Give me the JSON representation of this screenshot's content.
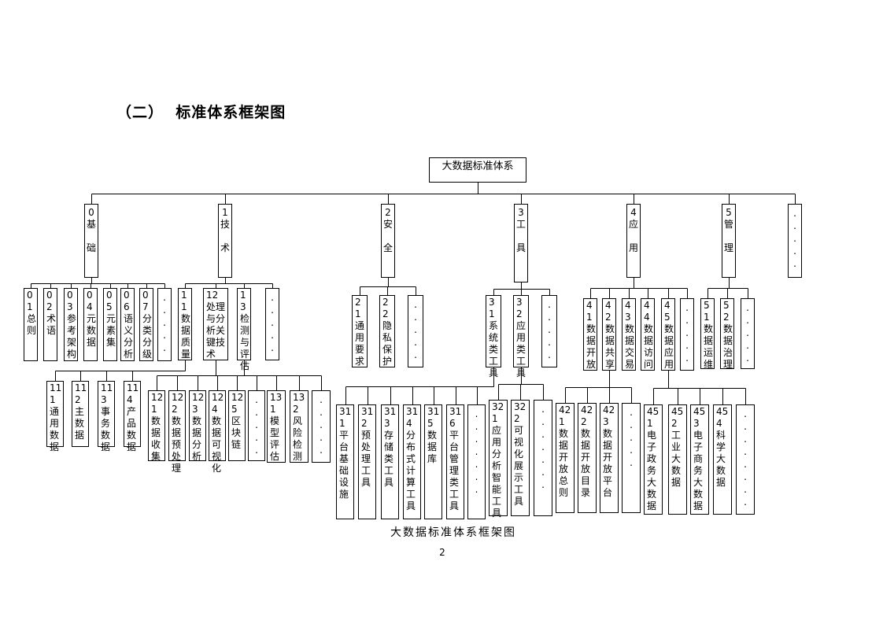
{
  "heading": "（二）  标准体系框架图",
  "caption": "大数据标准体系框架图",
  "page_number": "2",
  "root": {
    "label": "大数据标准体系"
  },
  "level1": [
    {
      "id": "n0",
      "label": "0\n基\n\n础"
    },
    {
      "id": "n1",
      "label": "1\n技\n\n术"
    },
    {
      "id": "n2",
      "label": "2\n安\n\n全"
    },
    {
      "id": "n3",
      "label": "3\n工\n\n具"
    },
    {
      "id": "n4",
      "label": "4\n应\n\n用"
    },
    {
      "id": "n5",
      "label": "5\n管\n\n理"
    },
    {
      "id": "n6",
      "label": ".\n.\n.\n.\n."
    }
  ],
  "level2": [
    {
      "id": "n01",
      "label": "01总则"
    },
    {
      "id": "n02",
      "label": "02术语"
    },
    {
      "id": "n03",
      "label": "03参考架构"
    },
    {
      "id": "n04",
      "label": "04元数据"
    },
    {
      "id": "n05",
      "label": "05元素集"
    },
    {
      "id": "n06",
      "label": "06语义分析"
    },
    {
      "id": "n07",
      "label": "07分类分级"
    },
    {
      "id": "n0x",
      "label": ".\n.\n.\n.\n."
    },
    {
      "id": "n11",
      "label": "11数据质量"
    },
    {
      "id": "n12",
      "label": "12处理与分析关键技术"
    },
    {
      "id": "n13",
      "label": "13检测与评估"
    },
    {
      "id": "n1x",
      "label": ".\n.\n.\n.\n."
    },
    {
      "id": "n21",
      "label": "21通用要求"
    },
    {
      "id": "n22",
      "label": "22隐私保护"
    },
    {
      "id": "n2x",
      "label": ".\n.\n.\n.\n."
    },
    {
      "id": "n31",
      "label": "31系统类工具"
    },
    {
      "id": "n32",
      "label": "32应用类工具"
    },
    {
      "id": "n3x",
      "label": ".\n.\n.\n.\n."
    },
    {
      "id": "n41",
      "label": "41数据开放"
    },
    {
      "id": "n42",
      "label": "42数据共享"
    },
    {
      "id": "n43",
      "label": "43数据交易"
    },
    {
      "id": "n44",
      "label": "44数据访问"
    },
    {
      "id": "n45",
      "label": "45数据应用"
    },
    {
      "id": "n4x",
      "label": ".\n.\n.\n.\n."
    },
    {
      "id": "n51",
      "label": "51数据运维"
    },
    {
      "id": "n52",
      "label": "52数据治理"
    },
    {
      "id": "n5x",
      "label": ".\n.\n.\n.\n."
    }
  ],
  "level3": [
    {
      "id": "n111",
      "label": "111通用数据"
    },
    {
      "id": "n112",
      "label": "112主数据"
    },
    {
      "id": "n113",
      "label": "113事务数据"
    },
    {
      "id": "n114",
      "label": "114产品数据"
    },
    {
      "id": "n121",
      "label": "121数据收集"
    },
    {
      "id": "n122",
      "label": "122数据预处理"
    },
    {
      "id": "n123",
      "label": "123数据分析"
    },
    {
      "id": "n124",
      "label": "124数据可视化"
    },
    {
      "id": "n125",
      "label": "125区块链"
    },
    {
      "id": "n12x",
      "label": ".\n.\n.\n.\n."
    },
    {
      "id": "n131",
      "label": "131模型评估"
    },
    {
      "id": "n132",
      "label": "132风险检测"
    },
    {
      "id": "n13x",
      "label": ".\n.\n.\n.\n."
    },
    {
      "id": "n311",
      "label": "311平台基础设施"
    },
    {
      "id": "n312",
      "label": "312预处理工具"
    },
    {
      "id": "n313",
      "label": "313存储类工具"
    },
    {
      "id": "n314",
      "label": "314分布式计算工具"
    },
    {
      "id": "n315",
      "label": "315数据库"
    },
    {
      "id": "n316",
      "label": "316平台管理类工具"
    },
    {
      "id": "n31x",
      "label": ".\n.\n.\n.\n.\n.\n."
    },
    {
      "id": "n321",
      "label": "321应用分析智能工具"
    },
    {
      "id": "n322",
      "label": "322可视化展示工具"
    },
    {
      "id": "n32x",
      "label": ".\n.\n.\n.\n.\n.\n."
    },
    {
      "id": "n421",
      "label": "421数据开放总则"
    },
    {
      "id": "n422",
      "label": "422数据开放目录"
    },
    {
      "id": "n423",
      "label": "423数据开放平台"
    },
    {
      "id": "n42x",
      "label": ".\n.\n.\n.\n."
    },
    {
      "id": "n451",
      "label": "451电子政务大数据"
    },
    {
      "id": "n452",
      "label": "452工业大数据"
    },
    {
      "id": "n453",
      "label": "453电子商务大数据"
    },
    {
      "id": "n454",
      "label": "454科学大数据"
    },
    {
      "id": "n45x",
      "label": ".\n.\n.\n.\n.\n.\n.\n."
    }
  ],
  "edges": [
    [
      "root",
      "n0"
    ],
    [
      "root",
      "n1"
    ],
    [
      "root",
      "n2"
    ],
    [
      "root",
      "n3"
    ],
    [
      "root",
      "n4"
    ],
    [
      "root",
      "n5"
    ],
    [
      "root",
      "n6"
    ],
    [
      "n0",
      "n01"
    ],
    [
      "n0",
      "n02"
    ],
    [
      "n0",
      "n03"
    ],
    [
      "n0",
      "n04"
    ],
    [
      "n0",
      "n05"
    ],
    [
      "n0",
      "n06"
    ],
    [
      "n0",
      "n07"
    ],
    [
      "n0",
      "n0x"
    ],
    [
      "n1",
      "n11"
    ],
    [
      "n1",
      "n12"
    ],
    [
      "n1",
      "n13"
    ],
    [
      "n1",
      "n1x"
    ],
    [
      "n2",
      "n21"
    ],
    [
      "n2",
      "n22"
    ],
    [
      "n2",
      "n2x"
    ],
    [
      "n3",
      "n31"
    ],
    [
      "n3",
      "n32"
    ],
    [
      "n3",
      "n3x"
    ],
    [
      "n4",
      "n41"
    ],
    [
      "n4",
      "n42"
    ],
    [
      "n4",
      "n43"
    ],
    [
      "n4",
      "n44"
    ],
    [
      "n4",
      "n45"
    ],
    [
      "n4",
      "n4x"
    ],
    [
      "n5",
      "n51"
    ],
    [
      "n5",
      "n52"
    ],
    [
      "n5",
      "n5x"
    ],
    [
      "n11",
      "n111"
    ],
    [
      "n11",
      "n112"
    ],
    [
      "n11",
      "n113"
    ],
    [
      "n11",
      "n114"
    ],
    [
      "n12",
      "n121"
    ],
    [
      "n12",
      "n122"
    ],
    [
      "n12",
      "n123"
    ],
    [
      "n12",
      "n124"
    ],
    [
      "n12",
      "n125"
    ],
    [
      "n12",
      "n12x"
    ],
    [
      "n13",
      "n131"
    ],
    [
      "n13",
      "n132"
    ],
    [
      "n13",
      "n13x"
    ],
    [
      "n31",
      "n311"
    ],
    [
      "n31",
      "n312"
    ],
    [
      "n31",
      "n313"
    ],
    [
      "n31",
      "n314"
    ],
    [
      "n31",
      "n315"
    ],
    [
      "n31",
      "n316"
    ],
    [
      "n31",
      "n31x"
    ],
    [
      "n32",
      "n321"
    ],
    [
      "n32",
      "n322"
    ],
    [
      "n32",
      "n32x"
    ],
    [
      "n42",
      "n421"
    ],
    [
      "n42",
      "n422"
    ],
    [
      "n42",
      "n423"
    ],
    [
      "n42",
      "n42x"
    ],
    [
      "n45",
      "n451"
    ],
    [
      "n45",
      "n452"
    ],
    [
      "n45",
      "n453"
    ],
    [
      "n45",
      "n454"
    ],
    [
      "n45",
      "n45x"
    ]
  ]
}
